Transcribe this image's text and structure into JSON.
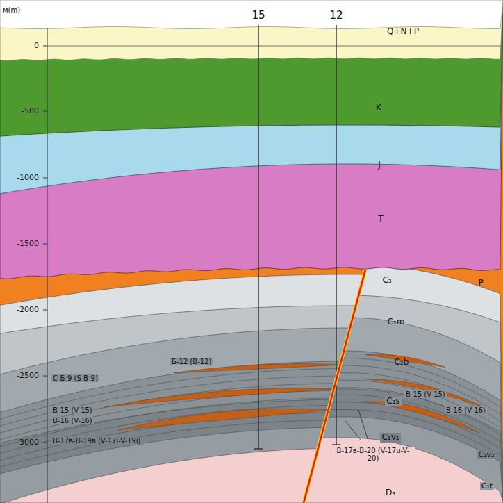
{
  "diagram": {
    "labels": [
      "м(m)",
      "0",
      "-500",
      "-1000",
      "-1500",
      "-2000",
      "-2500",
      "-3000",
      "15",
      "12",
      "Q+N+P",
      "K",
      "J",
      "T",
      "C₃",
      "P",
      "C₂m",
      "C₂b",
      "C₁s",
      "C₁v₁",
      "C₁v₂",
      "C₁t",
      "D₃",
      "Б-12 (B-12)",
      "С-Б-9 (S-B-9)",
      "В-15 (V-15)",
      "В-16 (V-16)",
      "В-17в-В-19в (V-17i-V-19i)",
      "В-15 (V-15)",
      "В-16 (V-16)",
      "В-17в-В-20 (V-17u-V-20)"
    ]
  }
}
